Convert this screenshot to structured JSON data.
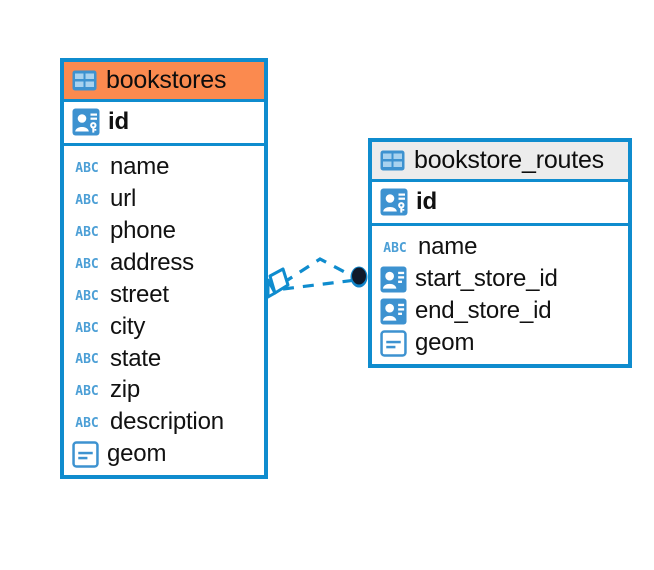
{
  "diagram": {
    "type": "entity-relationship-diagram",
    "colors": {
      "accent_blue": "#0f8cce",
      "header_orange": "#fb8a4f",
      "header_grey": "#ececec",
      "icon_blue": "#3d92d0",
      "abc_blue": "#4c9fd6",
      "endpoint_dark": "#101a2b",
      "text": "#111111"
    },
    "tables": [
      {
        "name": "bookstores",
        "header_style": "orange",
        "table_icon": "table-grid-icon",
        "primary_key": {
          "label": "id",
          "icon": "primary-key-icon"
        },
        "fields": [
          {
            "label": "name",
            "icon": "text-abc-icon",
            "icon_text": "ABC"
          },
          {
            "label": "url",
            "icon": "text-abc-icon",
            "icon_text": "ABC"
          },
          {
            "label": "phone",
            "icon": "text-abc-icon",
            "icon_text": "ABC"
          },
          {
            "label": "address",
            "icon": "text-abc-icon",
            "icon_text": "ABC"
          },
          {
            "label": "street",
            "icon": "text-abc-icon",
            "icon_text": "ABC"
          },
          {
            "label": "city",
            "icon": "text-abc-icon",
            "icon_text": "ABC"
          },
          {
            "label": "state",
            "icon": "text-abc-icon",
            "icon_text": "ABC"
          },
          {
            "label": "zip",
            "icon": "text-abc-icon",
            "icon_text": "ABC"
          },
          {
            "label": "description",
            "icon": "text-abc-icon",
            "icon_text": "ABC"
          },
          {
            "label": "geom",
            "icon": "geometry-icon",
            "icon_text": ""
          }
        ]
      },
      {
        "name": "bookstore_routes",
        "header_style": "grey",
        "table_icon": "table-grid-icon",
        "primary_key": {
          "label": "id",
          "icon": "primary-key-icon"
        },
        "fields": [
          {
            "label": "name",
            "icon": "text-abc-icon",
            "icon_text": "ABC"
          },
          {
            "label": "start_store_id",
            "icon": "foreign-key-icon",
            "icon_text": ""
          },
          {
            "label": "end_store_id",
            "icon": "foreign-key-icon",
            "icon_text": ""
          },
          {
            "label": "geom",
            "icon": "geometry-icon",
            "icon_text": ""
          }
        ]
      }
    ],
    "relationship": {
      "source_marker": "rhombus-marker",
      "target_marker": "filled-circle-marker",
      "line_style": "dashed"
    }
  }
}
